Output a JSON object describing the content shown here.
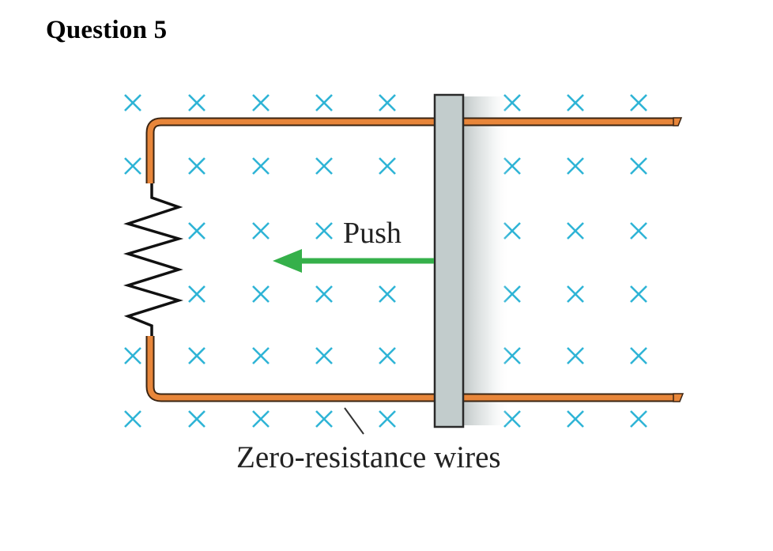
{
  "question": {
    "title": "Question 5"
  },
  "diagram": {
    "push_label": "Push",
    "wires_label": "Zero-resistance wires",
    "field_symbol": "×",
    "field_direction": "into-page",
    "components": [
      "resistor",
      "zero-resistance rails",
      "sliding conducting rod",
      "push arrow"
    ],
    "push_direction": "left",
    "colors": {
      "field_marker": "#2fb4d6",
      "wire": "#e8863a",
      "wire_outline": "#3a2412",
      "rod": "#c2cccc",
      "rod_outline": "#2a2a2a",
      "arrow": "#35b04a",
      "resistor": "#111111"
    },
    "field_grid": {
      "rows": [
        [
          1,
          1,
          1,
          1,
          1,
          0,
          1,
          1,
          1
        ],
        [
          1,
          1,
          1,
          1,
          1,
          0,
          1,
          1,
          1
        ],
        [
          0,
          1,
          1,
          1,
          0,
          0,
          1,
          1,
          1
        ],
        [
          0,
          1,
          1,
          1,
          1,
          0,
          1,
          1,
          1
        ],
        [
          1,
          1,
          1,
          1,
          1,
          0,
          1,
          1,
          1
        ],
        [
          1,
          1,
          1,
          1,
          1,
          0,
          1,
          1,
          1
        ]
      ]
    }
  }
}
